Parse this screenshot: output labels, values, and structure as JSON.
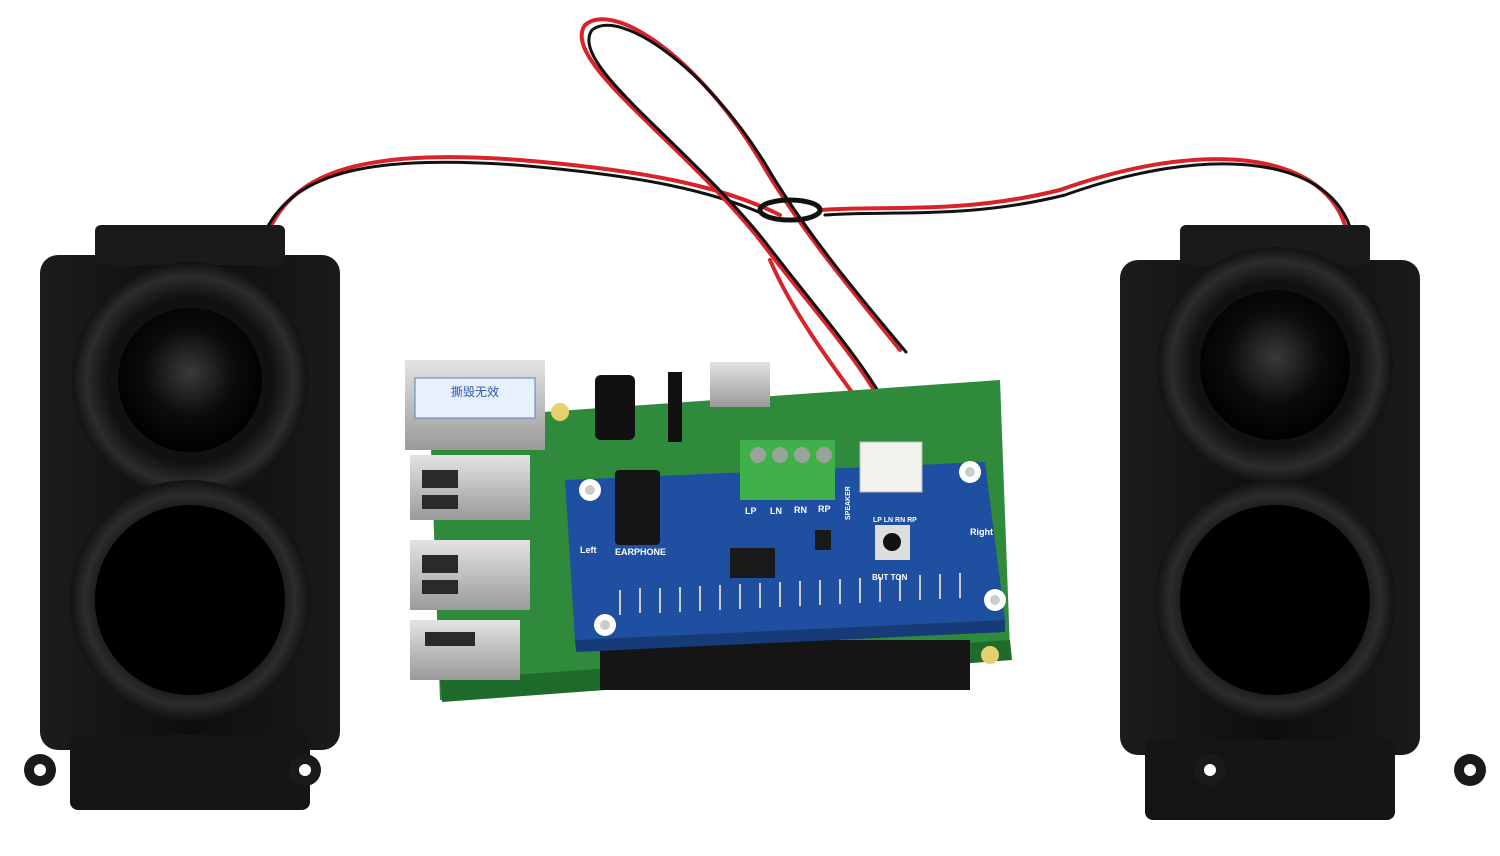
{
  "scene": {
    "colors": {
      "background": "#ffffff",
      "speaker_body": "#141414",
      "pcb_green": "#2f8a3c",
      "hat_blue": "#1f4fa0",
      "terminal_green": "#3fb04a",
      "wire_red": "#d8232a",
      "wire_black": "#111111"
    }
  },
  "hat": {
    "labels": {
      "left": "Left",
      "right": "Right",
      "earphone": "EARPHONE",
      "speaker": "SPEAKER",
      "lp": "LP",
      "ln": "LN",
      "rn": "RN",
      "rp": "RP",
      "button": "BUT TON",
      "pins": "LP LN RN RP"
    }
  },
  "ethernet": {
    "sticker": "撕毁无效"
  }
}
